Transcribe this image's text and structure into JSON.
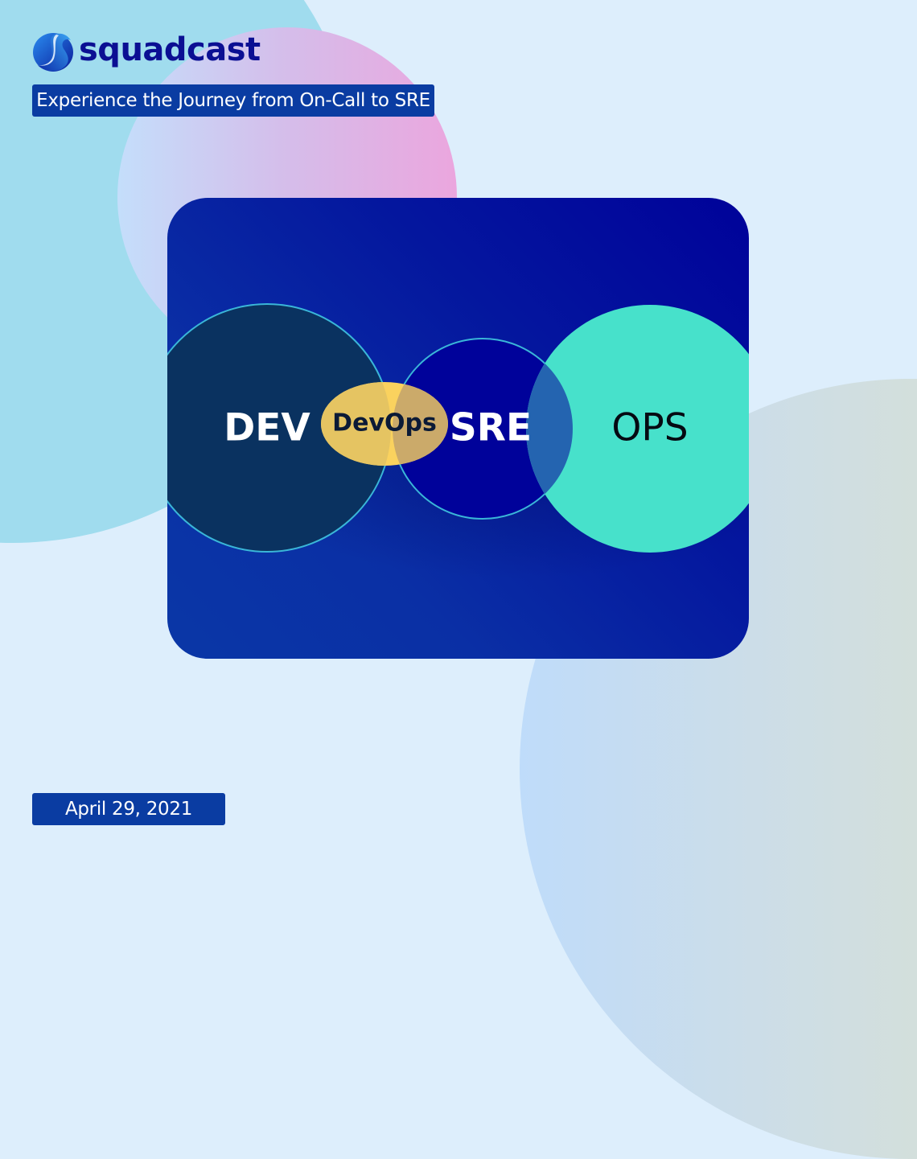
{
  "brand": {
    "name": "squadcast",
    "logo_icon": "squadcast-s-logo-icon",
    "color": "#0B0F93"
  },
  "tagline": "Experience the Journey from On-Call to SRE",
  "date": "April 29, 2021",
  "diagram": {
    "type": "venn",
    "sets": [
      {
        "label": "DEV",
        "color": "#0A3260",
        "text_color": "#FFFFFF"
      },
      {
        "label": "SRE",
        "color": "#00029A",
        "text_color": "#FFFFFF"
      },
      {
        "label": "OPS",
        "color": "#47E1CB",
        "text_color": "#050A12"
      }
    ],
    "intersections": [
      {
        "label": "DevOps",
        "between": [
          "DEV",
          "SRE"
        ],
        "color": "#E5C462"
      },
      {
        "label": "",
        "between": [
          "SRE",
          "OPS"
        ],
        "color": "#2464B0"
      }
    ]
  },
  "colors": {
    "background": "#DDEEFC",
    "badge": "#0A3CA2",
    "card_start": "#0A37A6",
    "card_end": "#00029A",
    "accent_cyan": "#47E1CB",
    "accent_gold": "#E5C462"
  }
}
